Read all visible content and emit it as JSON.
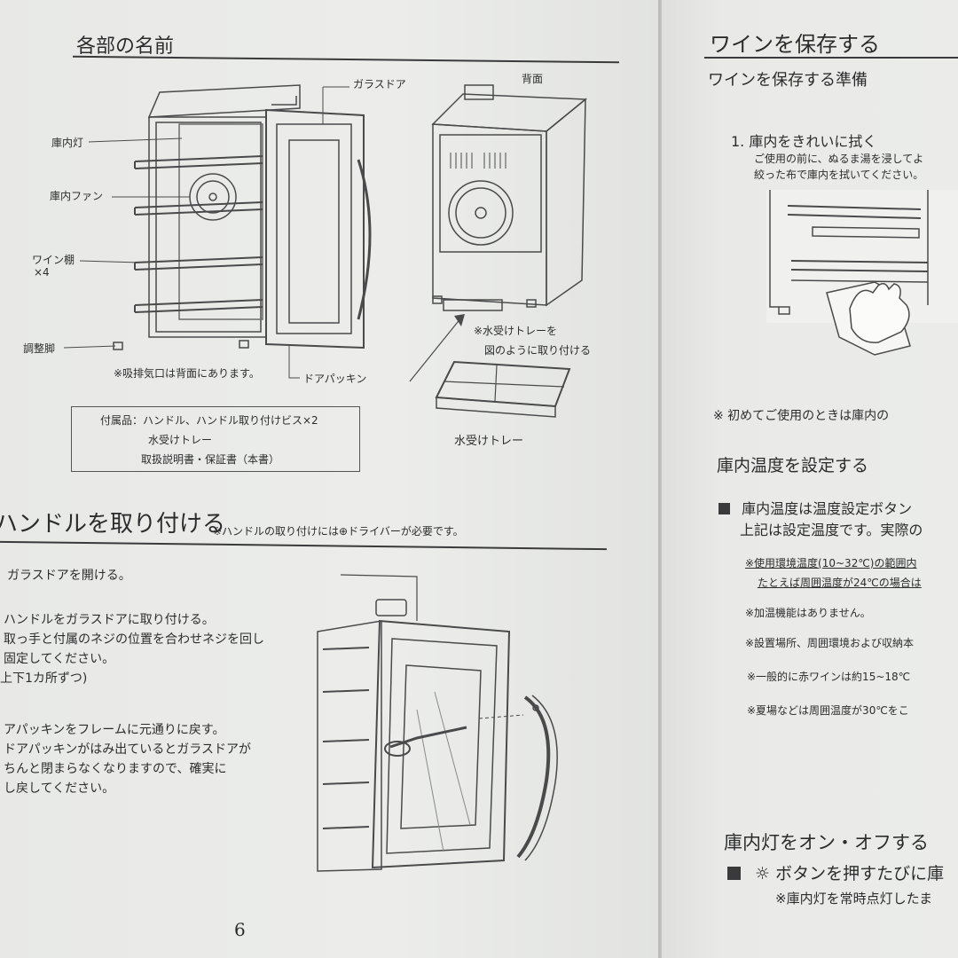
{
  "left": {
    "parts_title": "各部の名前",
    "labels": {
      "glass_door": "ガラスドア",
      "back": "背面",
      "interior_light": "庫内灯",
      "interior_fan": "庫内ファン",
      "wine_rack": "ワイン棚",
      "wine_rack_count": "×4",
      "adjust_foot": "調整脚",
      "intake_note": "※吸排気口は背面にあります。",
      "door_gasket": "ドアパッキン",
      "tray_note_1": "※水受けトレーを",
      "tray_note_2": "図のように取り付ける",
      "drip_tray": "水受けトレー"
    },
    "accessories": {
      "line1": "付属品：ハンドル、ハンドル取り付けビス×2",
      "line2": "水受けトレー",
      "line3": "取扱説明書・保証書（本書）"
    },
    "handle_title": "ハンドルを取り付ける",
    "handle_note": "※ハンドルの取り付けには⊕ドライバーが必要です。",
    "steps": [
      "ガラスドアを開ける。",
      "ハンドルをガラスドアに取り付ける。",
      "取っ手と付属のネジの位置を合わせネジを回し",
      "固定してください。",
      "上下1カ所ずつ)",
      "アパッキンをフレームに元通りに戻す。",
      "ドアパッキンがはみ出ているとガラスドアが",
      "ちんと閉まらなくなりますので、確実に",
      "し戻してください。"
    ],
    "page_number": "6"
  },
  "right": {
    "title": "ワインを保存する",
    "subtitle": "ワインを保存する準備",
    "step1_title": "1. 庫内をきれいに拭く",
    "step1_body_1": "ご使用の前に、ぬるま湯を浸してよ",
    "step1_body_2": "絞った布で庫内を拭いてください。",
    "first_use_note": "※ 初めてご使用のときは庫内の",
    "temp_title": "庫内温度を設定する",
    "temp_line1": "庫内温度は温度設定ボタン",
    "temp_line2": "上記は設定温度です。実際の",
    "temp_notes": [
      "※使用環境温度(10~32℃)の範囲内",
      "たとえば周囲温度が24℃の場合は",
      "※加温機能はありません。",
      "※設置場所、周囲環境および収納本",
      "※一般的に赤ワインは約15~18℃",
      "※夏場などは周囲温度が30℃をこ"
    ],
    "light_title": "庫内灯をオン・オフする",
    "light_line": "ボタンを押すたびに庫",
    "light_symbol": "☼",
    "light_note": "※庫内灯を常時点灯したま"
  }
}
